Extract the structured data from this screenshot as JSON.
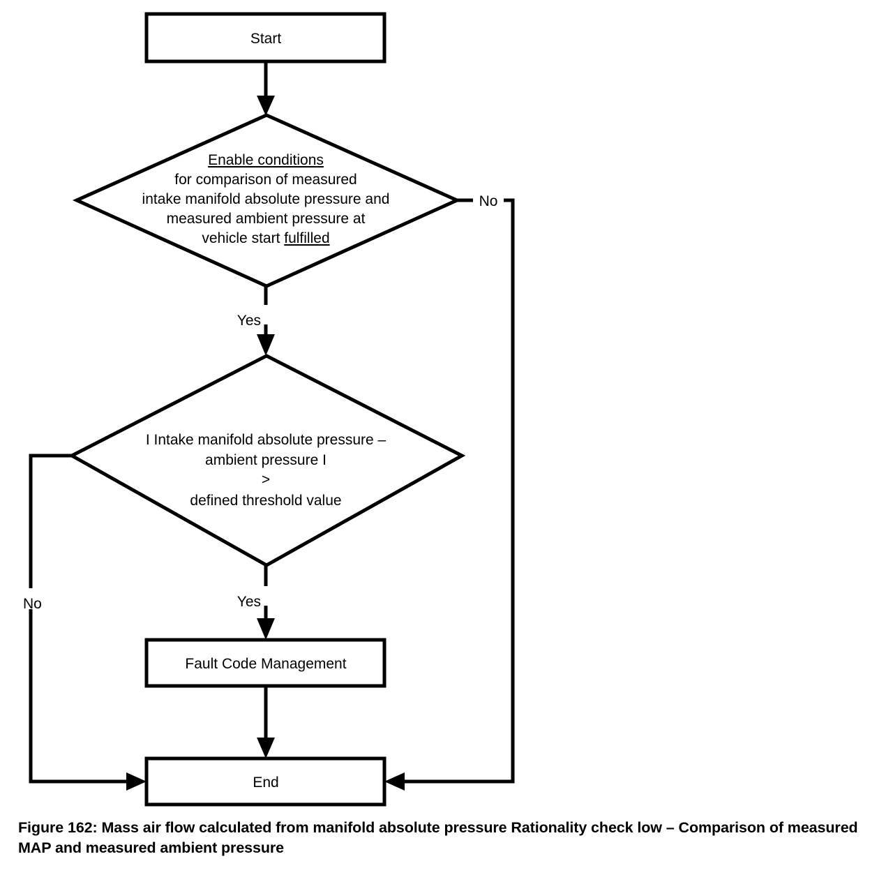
{
  "figure": {
    "caption_line_1": "Figure 162: Mass air flow calculated from manifold absolute pressure Rationality check low –",
    "caption_line_2": "Comparison of measured MAP and measured ambient pressure"
  },
  "nodes": {
    "start": {
      "label": "Start",
      "shape": "rectangle"
    },
    "decision_enable": {
      "shape": "diamond",
      "line_1": "Enable conditions",
      "line_2": "for comparison of measured",
      "line_3": "intake manifold absolute pressure and",
      "line_4": "measured ambient pressure at",
      "line_5_a": "vehicle start ",
      "line_5_b": "fulfilled"
    },
    "decision_threshold": {
      "shape": "diamond",
      "line_1": "I Intake manifold absolute pressure –",
      "line_2": "ambient pressure I",
      "line_3": ">",
      "line_4": "defined threshold value"
    },
    "fault_code_management": {
      "label": "Fault Code Management",
      "shape": "rectangle"
    },
    "end": {
      "label": "End",
      "shape": "rectangle"
    }
  },
  "edges": {
    "enable_no": "No",
    "enable_yes": "Yes",
    "threshold_no": "No",
    "threshold_yes": "Yes"
  },
  "colors": {
    "stroke": "#000000",
    "fill": "#ffffff",
    "text": "#000000"
  }
}
